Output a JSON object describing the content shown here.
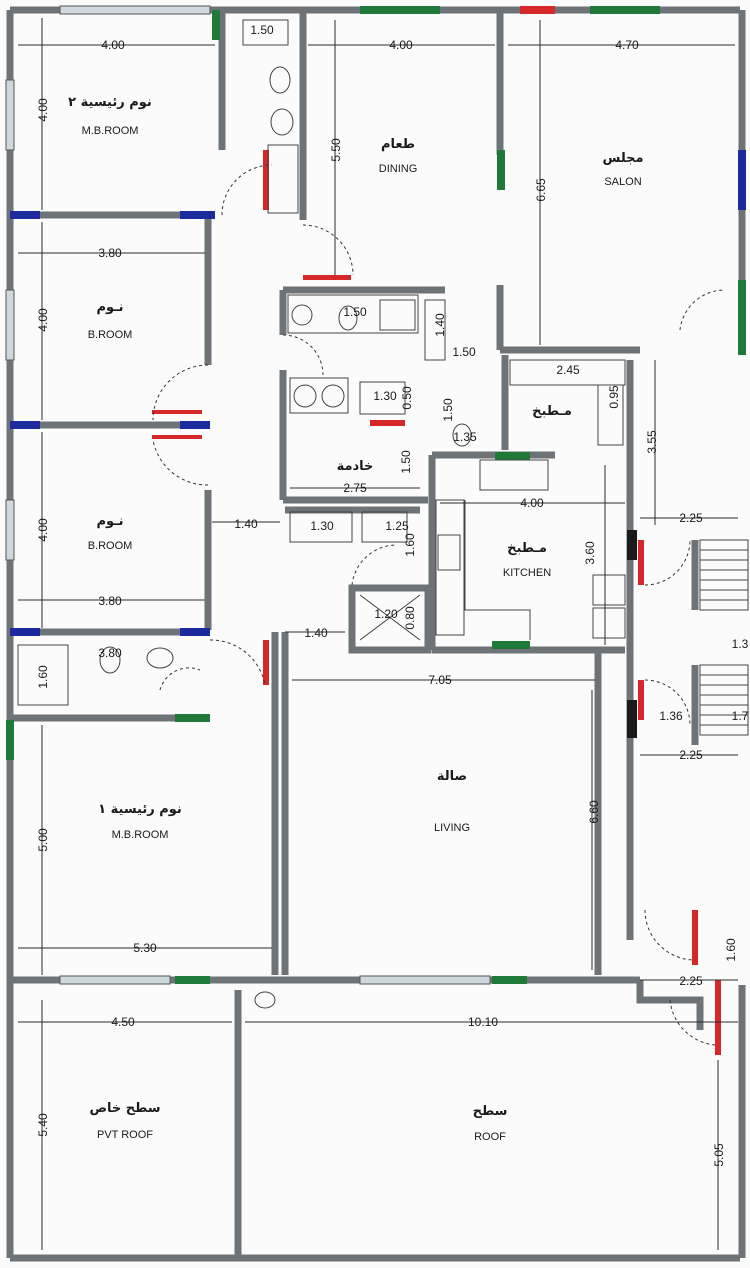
{
  "rooms": {
    "mb_room_2": {
      "ar": "نوم رئيسية ٢",
      "en": "M.B.ROOM"
    },
    "dining": {
      "ar": "طعام",
      "en": "DINING"
    },
    "salon": {
      "ar": "مجلس",
      "en": "SALON"
    },
    "b_room_1": {
      "ar": "نـوم",
      "en": "B.ROOM"
    },
    "b_room_2": {
      "ar": "نـوم",
      "en": "B.ROOM"
    },
    "maid": {
      "ar": "خادمة"
    },
    "kitchen_small": {
      "ar": "مـطبخ"
    },
    "kitchen": {
      "ar": "مـطبخ",
      "en": "KITCHEN"
    },
    "living": {
      "ar": "صالة",
      "en": "LIVING"
    },
    "mb_room_1": {
      "ar": "نوم رئيسية ١",
      "en": "M.B.ROOM"
    },
    "pvt_roof": {
      "ar": "سطح خاص",
      "en": "PVT ROOF"
    },
    "roof": {
      "ar": "سطح",
      "en": "ROOF"
    }
  },
  "dimensions": {
    "d_4_00_top": "4.00",
    "d_1_50_top": "1.50",
    "d_4_00_dining": "4.00",
    "d_4_70": "4.70",
    "d_4_00_mb2_v": "4.00",
    "d_5_50": "5.50",
    "d_6_65": "6.65",
    "d_3_80_a": "3.80",
    "d_4_00_br1_v": "4.00",
    "d_1_50_bath": "1.50",
    "d_1_40_shower": "1.40",
    "d_1_50_mid": "1.50",
    "d_2_45": "2.45",
    "d_0_95": "0.95",
    "d_1_30_wc": "1.30",
    "d_0_50": "0.50",
    "d_1_50_wc_v": "1.50",
    "d_1_35": "1.35",
    "d_1_50_maid_v": "1.50",
    "d_3_55": "3.55",
    "d_2_75": "2.75",
    "d_4_00_kitchen": "4.00",
    "d_4_00_br2_v": "4.00",
    "d_1_40_corr": "1.40",
    "d_1_30_laundry": "1.30",
    "d_1_25": "1.25",
    "d_2_25_a": "2.25",
    "d_3_60": "3.60",
    "d_1_60_a": "1.60",
    "d_3_80_b": "3.80",
    "d_1_20": "1.20",
    "d_0_80": "0.80",
    "d_1_40_b": "1.40",
    "d_3_80_c": "3.80",
    "d_1_3_cut": "1.3",
    "d_1_60_b": "1.60",
    "d_7_05": "7.05",
    "d_1_36": "1.36",
    "d_1_7_cut": "1.7",
    "d_2_25_b": "2.25",
    "d_5_00": "5.00",
    "d_6_60": "6.60",
    "d_5_30": "5.30",
    "d_1_60_c": "1.60",
    "d_2_25_c": "2.25",
    "d_4_50": "4.50",
    "d_10_10": "10.10",
    "d_5_40": "5.40",
    "d_5_05": "5.05"
  },
  "colors": {
    "wall": "#6e7378",
    "window": "#1f7a3a",
    "door_mark": "#d62828",
    "blue_mark": "#1b2a9c",
    "dim_line": "#2b2b2b"
  }
}
